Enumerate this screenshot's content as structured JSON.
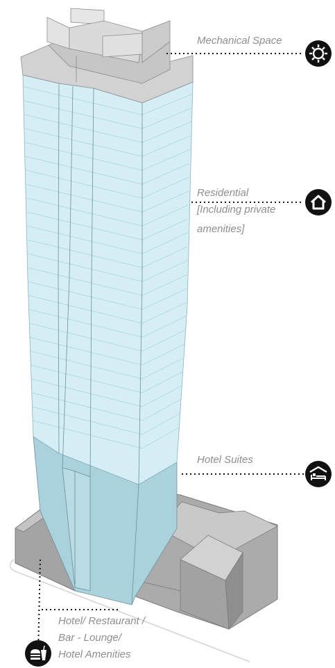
{
  "labels": {
    "mechanical": "Mechanical Space",
    "residential_line1": "Residential",
    "residential_line2": "[Including private",
    "residential_line3": "amenities]",
    "hotel_suites": "Hotel Suites",
    "podium_line1": "Hotel/ Restaurant /",
    "podium_line2": "Bar - Lounge/",
    "podium_line3": "Hotel Amenities"
  },
  "icons": {
    "mechanical": "gear-icon",
    "residential": "house-icon",
    "hotel_suites": "bed-icon",
    "podium": "food-drink-icon"
  },
  "colors": {
    "residential_glass": "#d5edf4",
    "hotel_glass": "#a9d2dd",
    "podium_grey": "#a9a9a9",
    "crown_grey": "#cfcfcf",
    "label_text": "#8e8e8e",
    "icon_fill": "#111111"
  }
}
